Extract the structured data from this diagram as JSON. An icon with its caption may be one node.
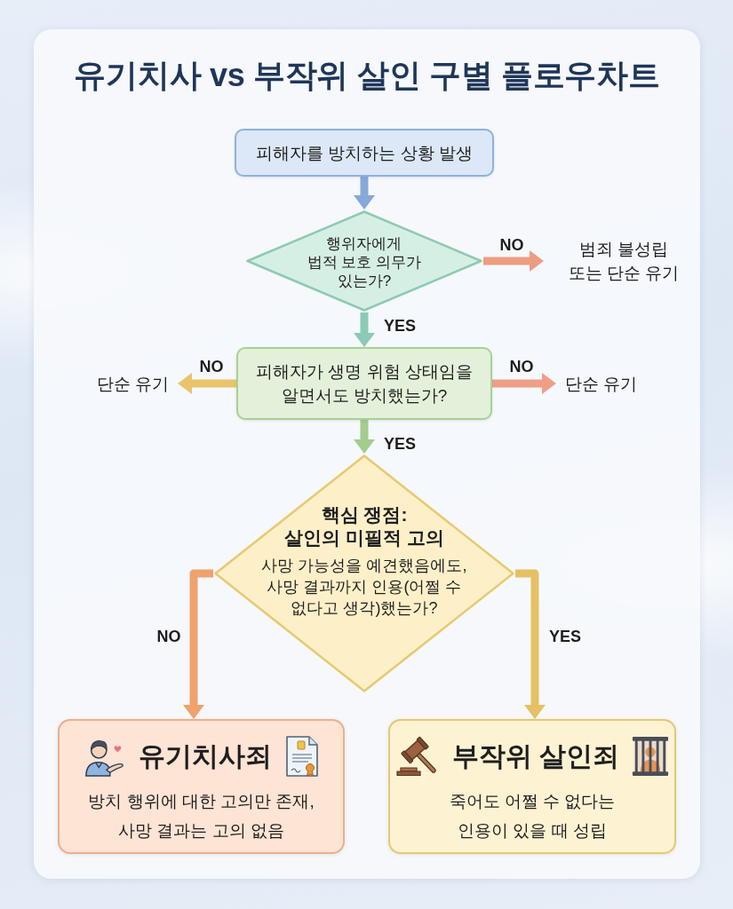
{
  "diagram": {
    "title": "유기치사 vs 부작위 살인 구별 플로우차트",
    "nodes": [
      {
        "text": [
          "피해자를 방치하는 상황 발생"
        ]
      },
      {
        "text": [
          "행위자에게 법적 보호 의무가 있는가?"
        ]
      },
      {
        "text": [
          "범죄 불성립 또는 단순 유기"
        ]
      },
      {
        "text": [
          "피해자가 생명 위험 상태임을 알면서도 방치했는가?"
        ]
      },
      {
        "text": [
          "단순 유기"
        ]
      },
      {
        "text": [
          "단순 유기"
        ]
      },
      {
        "text": [
          "핵심 쟁점: 살인의 미필적 고의",
          "사망 가능성을 예견했음에도, 사망 결과까지 인용(어쩔 수 없다고 생각)했는가?"
        ]
      },
      {
        "text": [
          "유기치사죄",
          "방치 행위에 대한 고의만 존재, 사망 결과는 고의 없음"
        ]
      },
      {
        "text": [
          "부작위 살인죄",
          "죽어도 어쩔 수 없다는 인용이 있을 때 성립"
        ]
      }
    ],
    "edges": [
      {
        "from": 0,
        "to": 1,
        "arrow": "to",
        "color": "#86a9d9"
      },
      {
        "from": 1,
        "to": 2,
        "arrow": "to",
        "label": "NO",
        "color": "#ee9c82"
      },
      {
        "from": 1,
        "to": 3,
        "arrow": "to",
        "label": "YES",
        "color": "#8ccab3"
      },
      {
        "from": 3,
        "to": 4,
        "arrow": "to",
        "label": "NO",
        "color": "#e9c46a"
      },
      {
        "from": 3,
        "to": 5,
        "arrow": "to",
        "label": "NO",
        "color": "#ef9f86"
      },
      {
        "from": 3,
        "to": 6,
        "arrow": "to",
        "label": "YES",
        "color": "#a3cc8e"
      },
      {
        "from": 6,
        "to": 7,
        "arrow": "to",
        "label": "NO",
        "color": "#efa26e"
      },
      {
        "from": 6,
        "to": 8,
        "arrow": "to",
        "label": "YES",
        "color": "#e6c063"
      }
    ]
  }
}
